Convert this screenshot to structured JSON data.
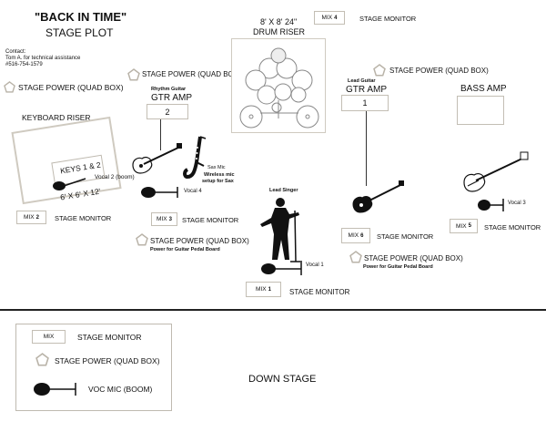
{
  "title": "\"BACK IN TIME\"",
  "subtitle": "STAGE PLOT",
  "contact": {
    "label": "Contact:",
    "name": "Tom A. for technical assistance",
    "phone": "#516-754-1579"
  },
  "labels": {
    "stage_power": "STAGE POWER (QUAD BOX)",
    "stage_monitor": "STAGE MONITOR",
    "mix": "MIX",
    "down_stage": "DOWN STAGE",
    "power_pedal": "Power for Guitar Pedal Board"
  },
  "drum_riser": {
    "size": "8' X 8' 24\"",
    "name": "DRUM RISER",
    "mix": "4"
  },
  "keyboard_riser": {
    "name": "KEYBOARD RISER",
    "keys": "KEYS 1 & 2",
    "vocal": "Vocal 2 (boom)",
    "size": "6' X 6' X 12'",
    "mix": "2"
  },
  "rhythm_guitar": {
    "role": "Rhythm Guitar",
    "amp": "GTR AMP",
    "channel": "2",
    "mix": "3"
  },
  "sax": {
    "name": "Sax Mic",
    "note": "Wireless mic setup for Sax",
    "vocal": "Vocal 4"
  },
  "lead_singer": {
    "role": "Lead Singer",
    "vocal": "Vocal 1",
    "mix": "1"
  },
  "lead_guitar": {
    "role": "Lead Guitar",
    "amp": "GTR AMP",
    "channel": "1",
    "mix": "6"
  },
  "bass": {
    "amp": "BASS AMP",
    "vocal": "Vocal 3",
    "mix": "5"
  },
  "legend": {
    "monitor": "STAGE MONITOR",
    "power": "STAGE POWER (QUAD BOX)",
    "mic": "VOC MIC (BOOM)",
    "mix": "MIX"
  }
}
